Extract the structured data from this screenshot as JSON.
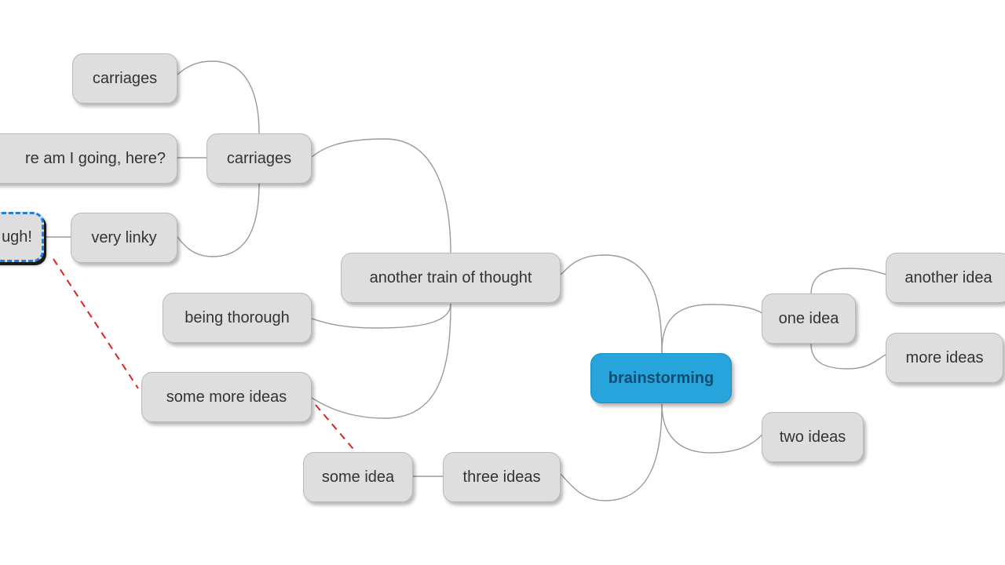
{
  "diagram": {
    "root": {
      "label": "brainstorming",
      "color": "#27a4dc"
    },
    "nodes": [
      {
        "id": "one-idea",
        "label": "one idea"
      },
      {
        "id": "another-idea",
        "label": "another idea"
      },
      {
        "id": "more-ideas",
        "label": "more ideas"
      },
      {
        "id": "two-ideas",
        "label": "two ideas"
      },
      {
        "id": "three-ideas",
        "label": "three ideas"
      },
      {
        "id": "some-idea",
        "label": "some idea"
      },
      {
        "id": "another-train-of-thought",
        "label": "another train of thought"
      },
      {
        "id": "being-thorough",
        "label": "being thorough"
      },
      {
        "id": "some-more-ideas",
        "label": "some more ideas"
      },
      {
        "id": "carriages",
        "label": "carriages"
      },
      {
        "id": "carriages-child",
        "label": "carriages"
      },
      {
        "id": "where-am-i-going",
        "label": "re am I going, here?"
      },
      {
        "id": "very-linky",
        "label": "very linky"
      },
      {
        "id": "selected-node",
        "label": "ugh!"
      }
    ],
    "link_colors": {
      "tree": "#9a9a9a",
      "cross_link": "#e02020",
      "selection": "#1e7fe0"
    }
  }
}
